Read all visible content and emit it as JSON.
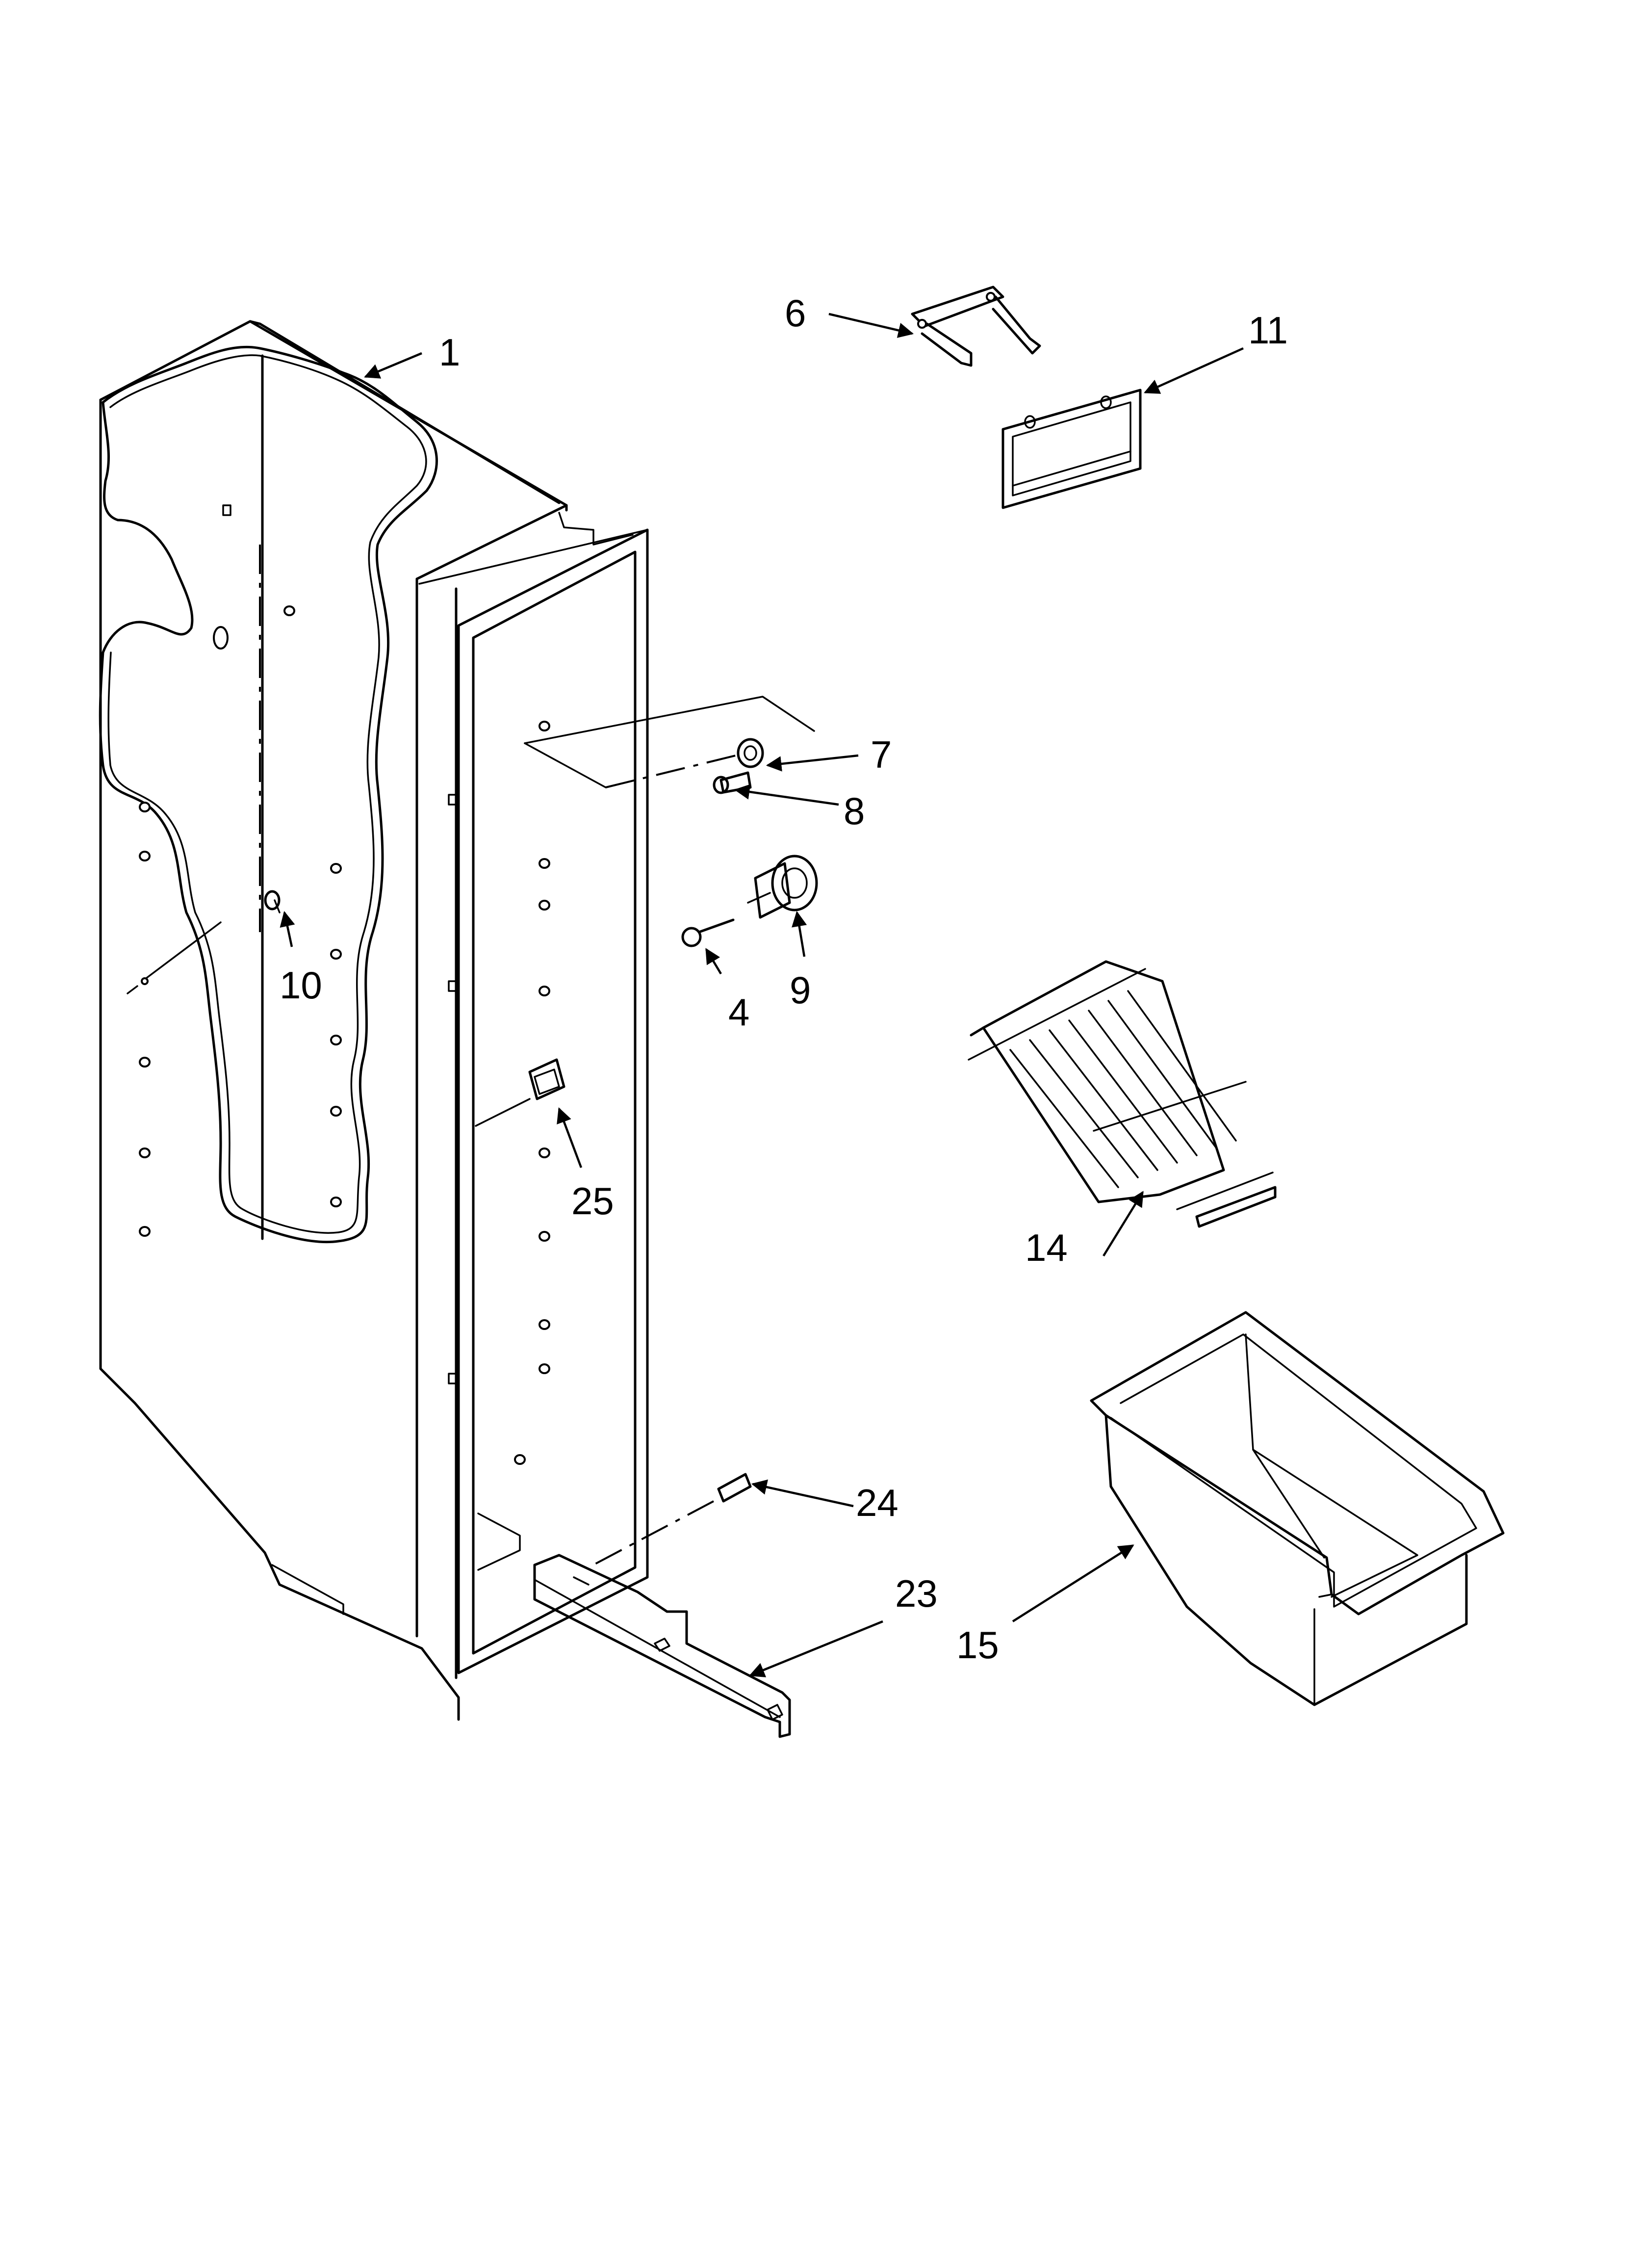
{
  "callouts": {
    "c1": "1",
    "c4": "4",
    "c6": "6",
    "c7": "7",
    "c8": "8",
    "c9": "9",
    "c10": "10",
    "c11": "11",
    "c14": "14",
    "c15": "15",
    "c23": "23",
    "c24": "24",
    "c25": "25"
  }
}
